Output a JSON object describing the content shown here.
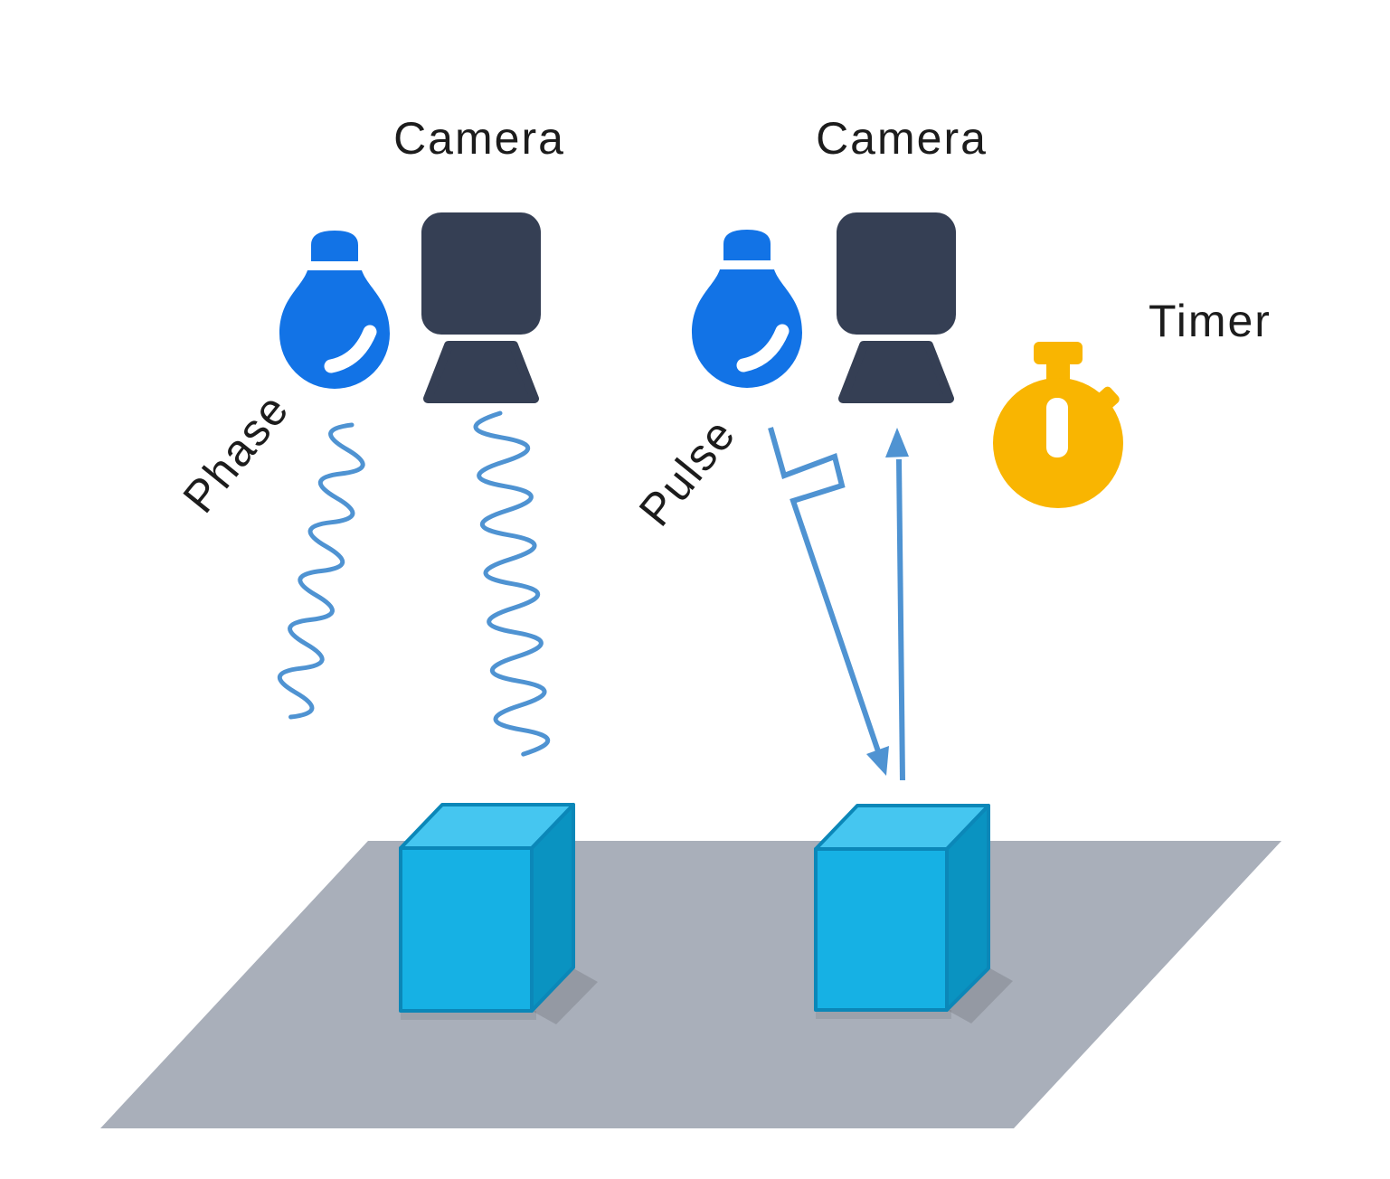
{
  "diagram": {
    "left_system": {
      "camera_label": "Camera",
      "emission_label": "Phase"
    },
    "right_system": {
      "camera_label": "Camera",
      "emission_label": "Pulse",
      "timer_label": "Timer"
    }
  },
  "icons": {
    "light_bulb": "light-bulb-icon",
    "camera": "camera-icon",
    "stopwatch": "stopwatch-icon",
    "sine_wave": "sine-wave-line",
    "pulse_wave": "pulse-waveform-arrow",
    "return_arrow": "return-arrow",
    "cube": "target-cube",
    "floor": "ground-plane"
  },
  "colors": {
    "background": "#ffffff",
    "bulb": "#1273e6",
    "camera": "#353f54",
    "timer": "#f9b501",
    "wave": "#4f93d2",
    "floor": "#a9afba",
    "cubeFront": "#16b1e4",
    "cubeTop": "#45c6f0",
    "cubeSide": "#0a93c1",
    "cubeStroke": "#0b87b8",
    "text": "#1c1c1c"
  }
}
